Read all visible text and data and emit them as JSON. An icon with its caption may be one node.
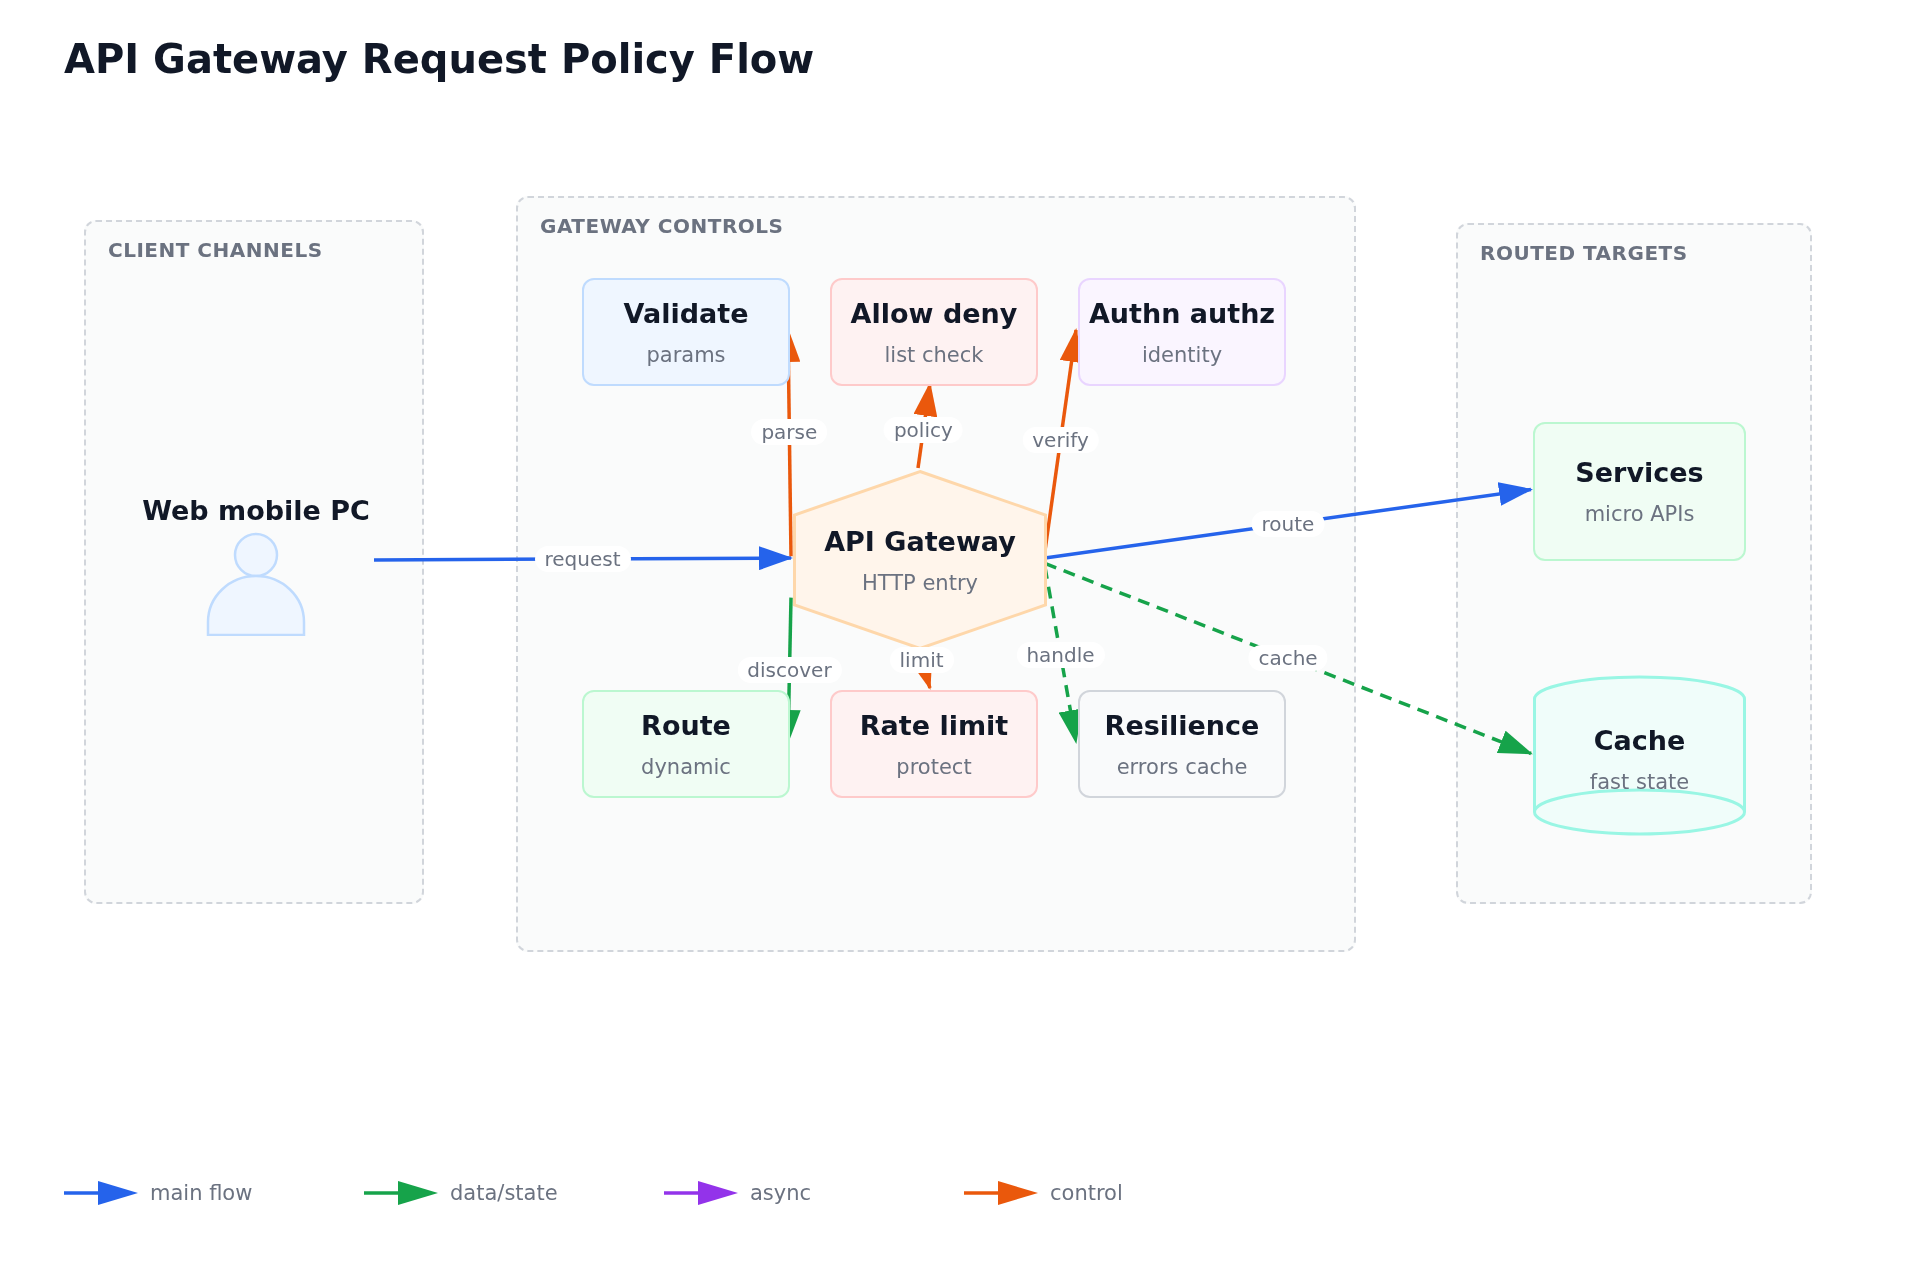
{
  "diagram": {
    "title": "API Gateway Request Policy Flow",
    "nodes": [
      {
        "text": [
          "CLIENT CHANNELS"
        ]
      },
      {
        "text": [
          "Web mobile PC"
        ],
        "in": 0
      },
      {
        "text": [
          "GATEWAY CONTROLS"
        ]
      },
      {
        "text": [
          "API Gateway",
          "HTTP entry"
        ],
        "in": 2
      },
      {
        "text": [
          "Validate",
          "params"
        ],
        "in": 2
      },
      {
        "text": [
          "Allow deny",
          "list check"
        ],
        "in": 2
      },
      {
        "text": [
          "Authn authz",
          "identity"
        ],
        "in": 2
      },
      {
        "text": [
          "Route",
          "dynamic"
        ],
        "in": 2
      },
      {
        "text": [
          "Rate limit",
          "protect"
        ],
        "in": 2
      },
      {
        "text": [
          "Resilience",
          "errors cache"
        ],
        "in": 2
      },
      {
        "text": [
          "ROUTED TARGETS"
        ]
      },
      {
        "text": [
          "Services",
          "micro APIs"
        ],
        "in": 10
      },
      {
        "text": [
          "Cache",
          "fast state"
        ],
        "in": 10
      }
    ],
    "edges": [
      {
        "from": 1,
        "to": 3,
        "arrow": "to",
        "label": "request",
        "color": "#2563eb"
      },
      {
        "from": 3,
        "to": 4,
        "arrow": "to",
        "label": "parse"
      },
      {
        "from": 3,
        "to": 5,
        "arrow": "to",
        "label": "policy"
      },
      {
        "from": 3,
        "to": 6,
        "arrow": "to",
        "label": "verify"
      },
      {
        "from": 3,
        "to": 7,
        "arrow": "to",
        "label": "discover",
        "color": "#16a34a"
      },
      {
        "from": 3,
        "to": 8,
        "arrow": "to",
        "label": "limit"
      },
      {
        "from": 3,
        "to": 9,
        "arrow": "to",
        "label": "handle",
        "style": "dashed",
        "color": "#16a34a"
      },
      {
        "from": 3,
        "to": 11,
        "arrow": "to",
        "label": "route",
        "color": "#2563eb"
      },
      {
        "from": 3,
        "to": 12,
        "arrow": "to",
        "label": "cache",
        "style": "dashed",
        "color": "#16a34a"
      }
    ],
    "legend": [
      {
        "text": "main flow",
        "color": "#2563eb"
      },
      {
        "text": "data/state",
        "color": "#16a34a"
      },
      {
        "text": "async",
        "color": "#9333ea"
      },
      {
        "text": "control",
        "color": "#ea580c"
      }
    ]
  }
}
